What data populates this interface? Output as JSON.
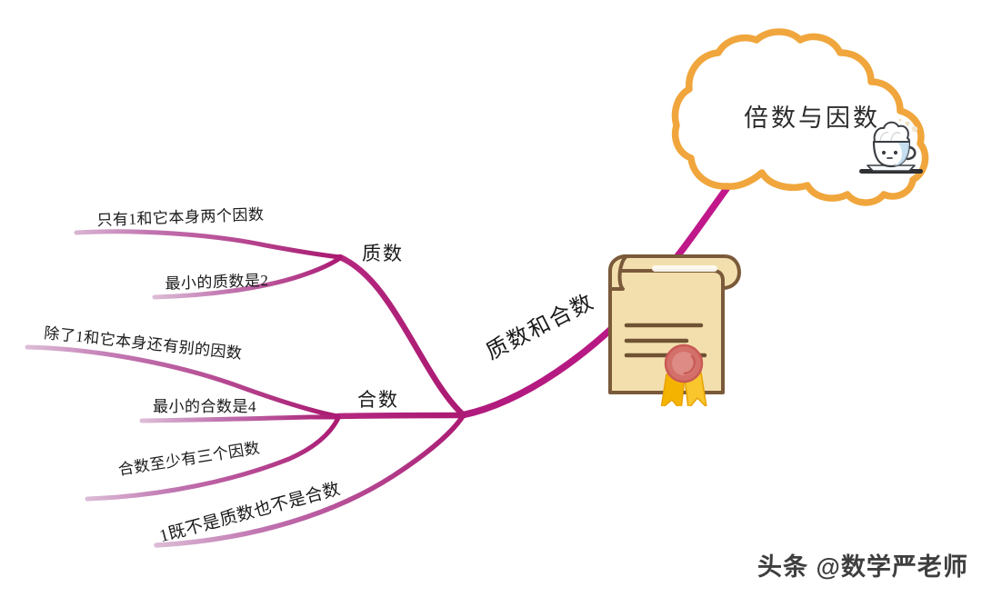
{
  "document": {
    "type": "mind-map",
    "subject": "倍数与因数",
    "background_color": "#ffffff"
  },
  "colors": {
    "central_outline": "#f0a63c",
    "branch_stroke_dark": "#b01b7d",
    "branch_stroke_light": "#c98fc0",
    "text": "#1a1a1a",
    "certificate_paper": "#f3dfad",
    "certificate_border": "#7a5a3a",
    "seal_red": "#d4706a",
    "ribbon_orange": "#f5b301",
    "cup_blue": "#bcd9ef"
  },
  "central_node": {
    "label": "倍数与因数",
    "shape": "cloud",
    "outline_color": "#f0a63c",
    "icon": "coffee-cup-icon"
  },
  "trunk": {
    "label": "质数和合数",
    "icon": "certificate-icon"
  },
  "main_nodes": [
    {
      "label": "质数",
      "children": [
        {
          "label": "只有1和它本身两个因数"
        },
        {
          "label": "最小的质数是2"
        }
      ]
    },
    {
      "label": "合数",
      "children": [
        {
          "label": "除了1和它本身还有别的因数"
        },
        {
          "label": "最小的合数是4"
        },
        {
          "label": "合数至少有三个因数"
        },
        {
          "label": "1既不是质数也不是合数"
        }
      ]
    }
  ],
  "watermark": {
    "text": "头条 @数学严老师"
  }
}
